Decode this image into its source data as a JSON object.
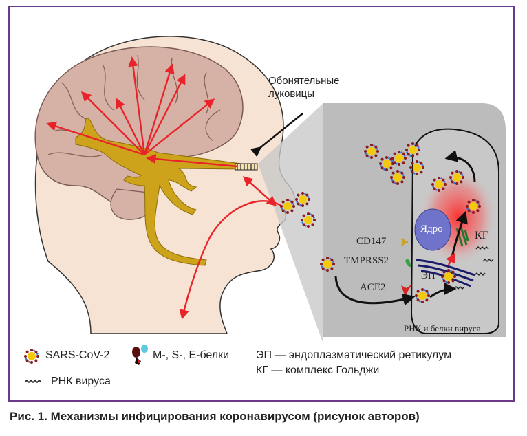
{
  "labels": {
    "olfactory_line1": "Обонятельные",
    "olfactory_line2": "луковицы",
    "nucleus": "Ядро",
    "golgi": "КГ",
    "er": "ЭП",
    "cd147": "CD147",
    "tmprss2": "TMPRSS2",
    "ace2": "ACE2",
    "cell_caption": "РНК и белки вируса"
  },
  "legend": {
    "virus": "SARS-CoV-2",
    "proteins": "М-, S-, Е-белки",
    "rna": "РНК вируса",
    "er_def": "ЭП — эндоплазматический ретикулум",
    "golgi_def": "КГ — комплекс Гольджи"
  },
  "caption": "Рис. 1. Механизмы инфицирования коронавирусом (рисунок авторов)",
  "colors": {
    "frame": "#6b3a8a",
    "skin": "#f6e3d3",
    "brain": "#d6b1a6",
    "nerve": "#cca31a",
    "arrow": "#e8242a",
    "cell_bg": "#bcbcbc",
    "nucleus": "#6f73c9",
    "virus": "#f2c90d"
  },
  "icons": [
    "virus-icon",
    "protein-icon",
    "rna-icon",
    "receptor-icon",
    "arrow-icon"
  ]
}
